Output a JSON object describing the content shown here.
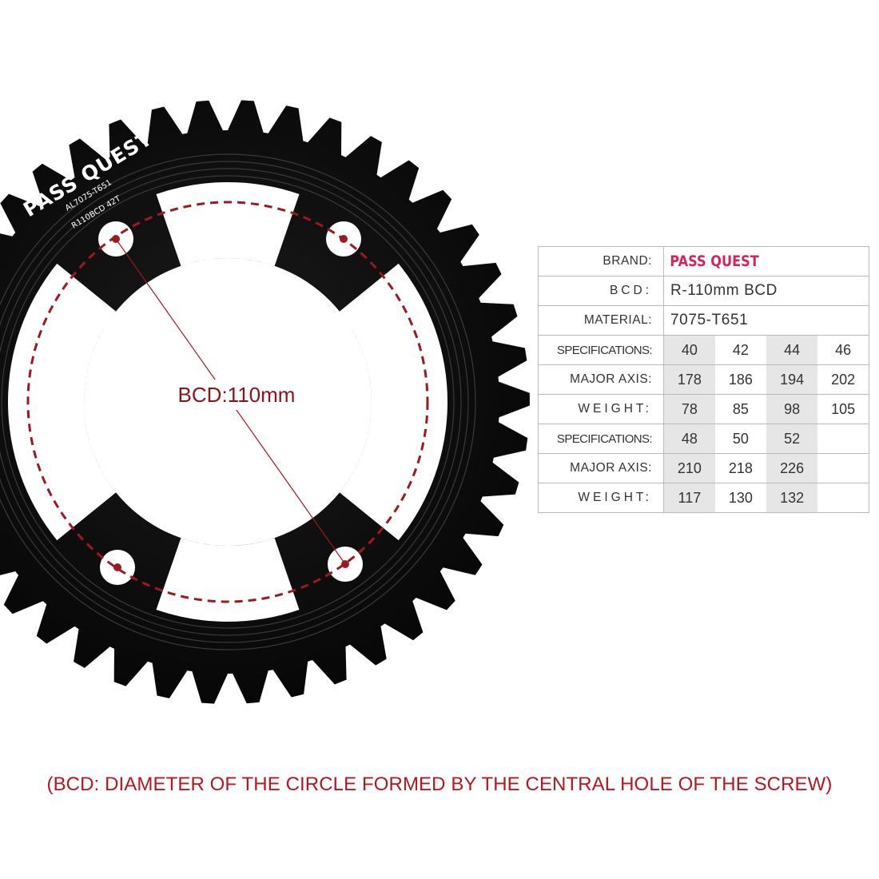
{
  "product": {
    "ring_brand": "PASS QUEST",
    "ring_material": "AL7075-T651",
    "ring_spec": "R110BCD 42T",
    "bcd_label": "BCD:110mm"
  },
  "specs_table": {
    "brand_label": "BRAND:",
    "brand_value": "PASS QUEST",
    "bcd_label": "BCD:",
    "bcd_value": "R-110mm BCD",
    "material_label": "MATERIAL:",
    "material_value": "7075-T651",
    "groups": [
      {
        "specifications_label": "SPECIFICATIONS:",
        "specifications": [
          "40",
          "42",
          "44",
          "46"
        ],
        "major_axis_label": "MAJOR AXIS:",
        "major_axis": [
          "178",
          "186",
          "194",
          "202"
        ],
        "weight_label": "WEIGHT:",
        "weight": [
          "78",
          "85",
          "98",
          "105"
        ]
      },
      {
        "specifications_label": "SPECIFICATIONS:",
        "specifications": [
          "48",
          "50",
          "52",
          ""
        ],
        "major_axis_label": "MAJOR AXIS:",
        "major_axis": [
          "210",
          "218",
          "226",
          ""
        ],
        "weight_label": "WEIGHT:",
        "weight": [
          "117",
          "130",
          "132",
          ""
        ]
      }
    ]
  },
  "footer_note": "(BCD: DIAMETER OF THE CIRCLE FORMED BY THE CENTRAL HOLE OF THE SCREW)",
  "colors": {
    "ring": "#0b0b0b",
    "accent_red": "#9c1a1f",
    "footer_red": "#b5171e",
    "brand_pink": "#d6245a"
  }
}
